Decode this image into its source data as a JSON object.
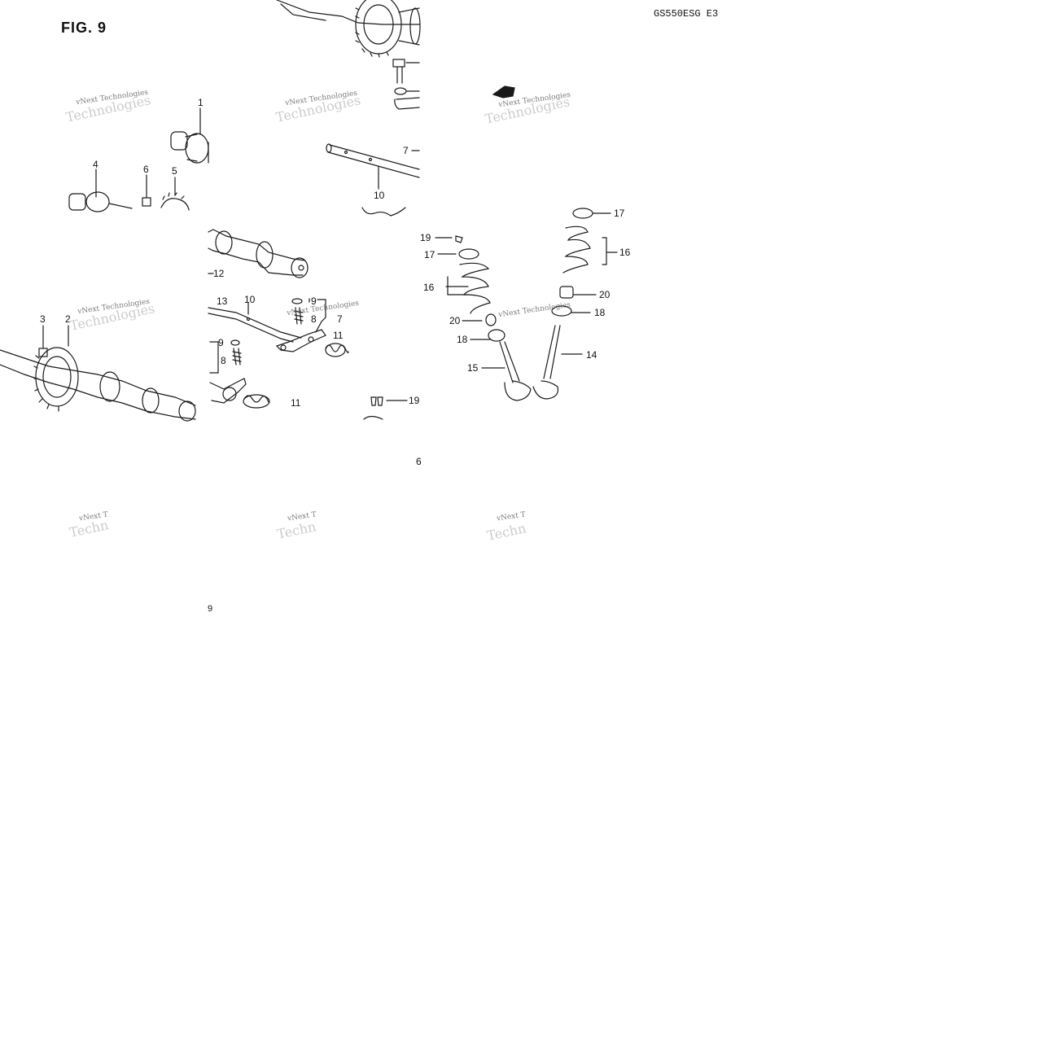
{
  "header": {
    "figure_title": "FIG. 9",
    "model_code": "GS550ESG  E3"
  },
  "footer": {
    "page_fragment": "6",
    "stray_mark": "9"
  },
  "watermark": {
    "line1": "vNext Technologies",
    "line2": "Technologies",
    "short1": "vNext T",
    "short2": "Techn"
  },
  "callouts": {
    "c1": "1",
    "c2": "2",
    "c3": "3",
    "c4": "4",
    "c5": "5",
    "c6": "6",
    "c7a": "7",
    "c7b": "7",
    "c8a": "8",
    "c8b": "8",
    "c9a": "9",
    "c9b": "9",
    "c10a": "10",
    "c10b": "10",
    "c11a": "11",
    "c11b": "11",
    "c12": "12",
    "c13": "13",
    "c14": "14",
    "c15": "15",
    "c16a": "16",
    "c16b": "16",
    "c17a": "17",
    "c17b": "17",
    "c18a": "18",
    "c18b": "18",
    "c19a": "19",
    "c19b": "19",
    "c20a": "20",
    "c20b": "20"
  },
  "colors": {
    "line": "#1a1a1a",
    "watermark": "#666666"
  }
}
